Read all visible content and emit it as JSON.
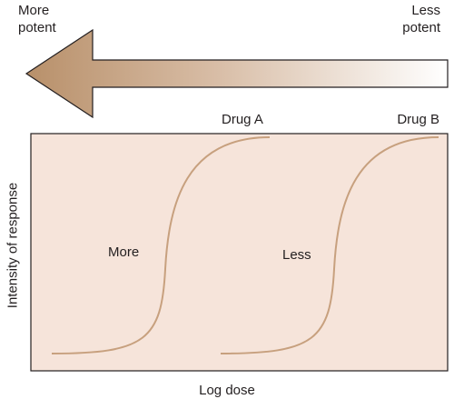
{
  "arrow": {
    "left_label_lines": [
      "More",
      "potent"
    ],
    "right_label_lines": [
      "Less",
      "potent"
    ],
    "color_dark": "#b8906a",
    "color_light": "#ffffff",
    "stroke": "#231f20"
  },
  "plot": {
    "background": "#f6e4da",
    "border": "#231f20",
    "curve_color": "#c7a07e",
    "x_axis_label": "Log dose",
    "y_axis_label": "Intensity of response"
  },
  "curves": [
    {
      "name": "Drug A",
      "inner_label": "More"
    },
    {
      "name": "Drug B",
      "inner_label": "Less"
    }
  ]
}
